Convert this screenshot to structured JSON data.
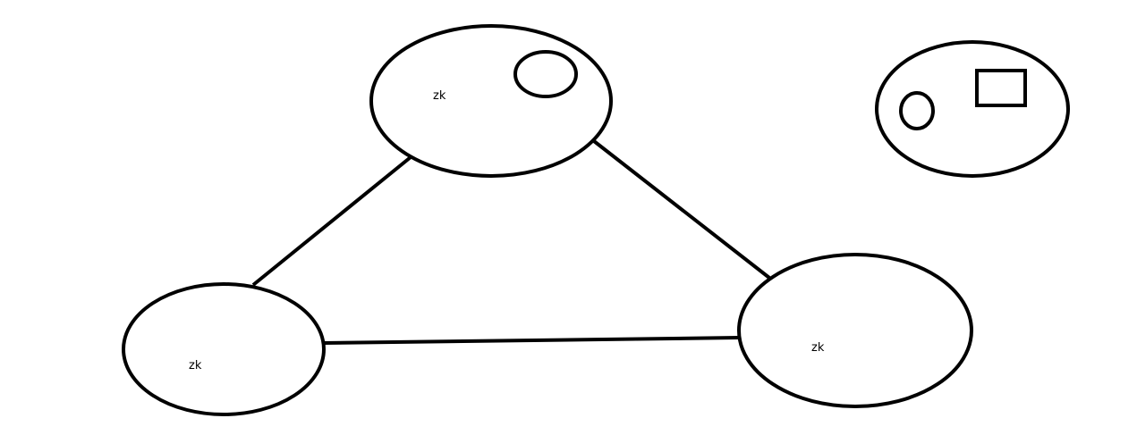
{
  "diagram": {
    "stroke_color": "#000000",
    "background_color": "#ffffff",
    "nodes": [
      {
        "id": "top",
        "label": "zk"
      },
      {
        "id": "left",
        "label": "zk"
      },
      {
        "id": "right",
        "label": "zk"
      }
    ],
    "edges": [
      {
        "from": "top",
        "to": "left"
      },
      {
        "from": "top",
        "to": "right"
      },
      {
        "from": "left",
        "to": "right"
      }
    ],
    "legend_shapes": [
      "circle",
      "rectangle"
    ]
  }
}
